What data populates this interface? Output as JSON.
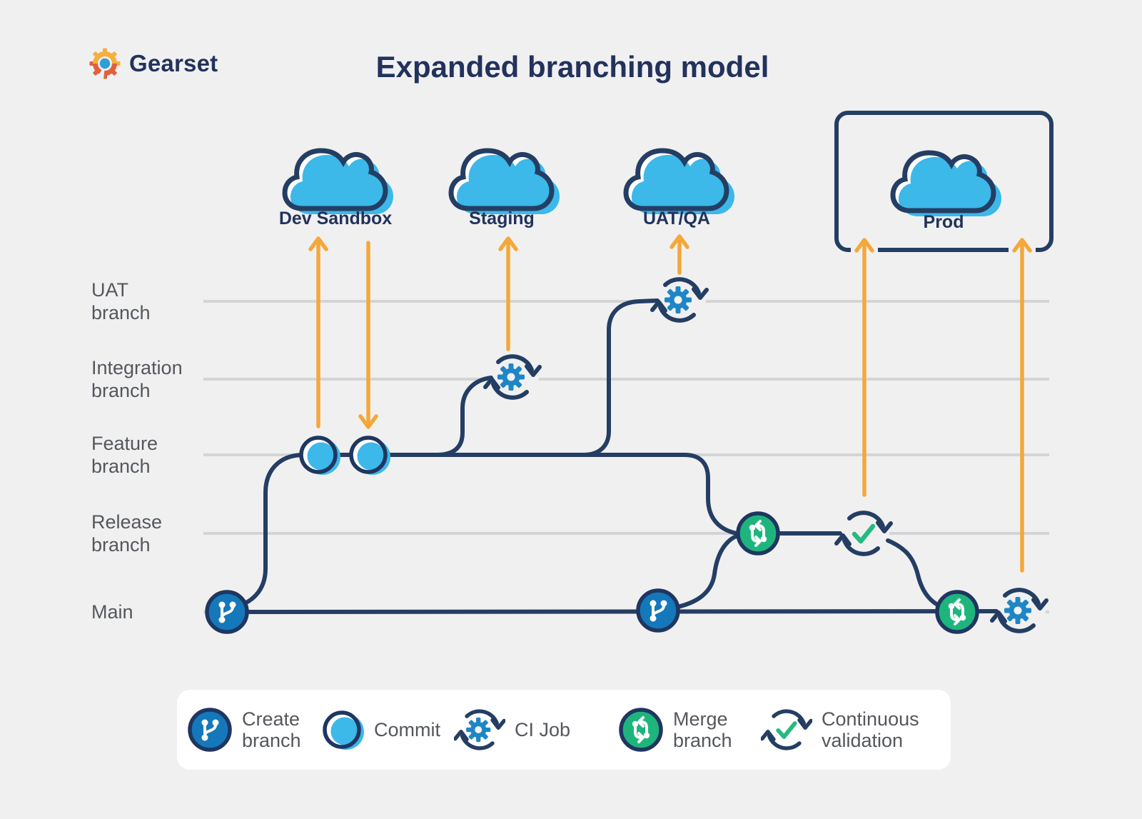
{
  "header": {
    "logo_text": "Gearset",
    "title": "Expanded branching model"
  },
  "environments": {
    "dev_sandbox": "Dev Sandbox",
    "staging": "Staging",
    "uat_qa": "UAT/QA",
    "prod": "Prod"
  },
  "lanes": {
    "uat": "UAT\nbranch",
    "integration": "Integration\nbranch",
    "feature": "Feature\nbranch",
    "release": "Release\nbranch",
    "main": "Main"
  },
  "legend": {
    "create_branch": "Create\nbranch",
    "commit": "Commit",
    "ci_job": "CI Job",
    "merge_branch": "Merge\nbranch",
    "continuous_validation": "Continuous\nvalidation"
  },
  "colors": {
    "background": "#f0f0f1",
    "navy": "#243e63",
    "navy_text": "#22325c",
    "lane_gray": "#d4d4d6",
    "label_gray": "#54575c",
    "light_blue": "#3cb8e9",
    "medium_blue": "#1478bb",
    "gear_blue": "#1e86c6",
    "green": "#1eb57d",
    "orange": "#f4a83a",
    "logo_yellow": "#f6ae3f",
    "logo_orange": "#e0613c",
    "logo_blue": "#2d9ed6"
  }
}
